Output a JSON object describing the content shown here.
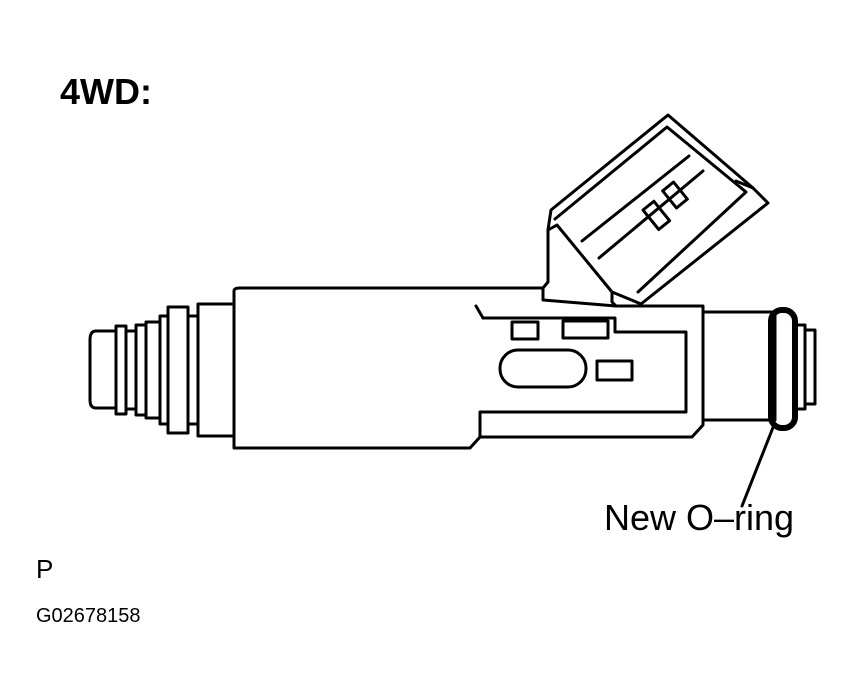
{
  "title": "4WD:",
  "callouts": {
    "oring": "New O–ring"
  },
  "view_letter": "P",
  "figure_code": "G02678158",
  "colors": {
    "line": "#000000",
    "background": "#ffffff"
  }
}
